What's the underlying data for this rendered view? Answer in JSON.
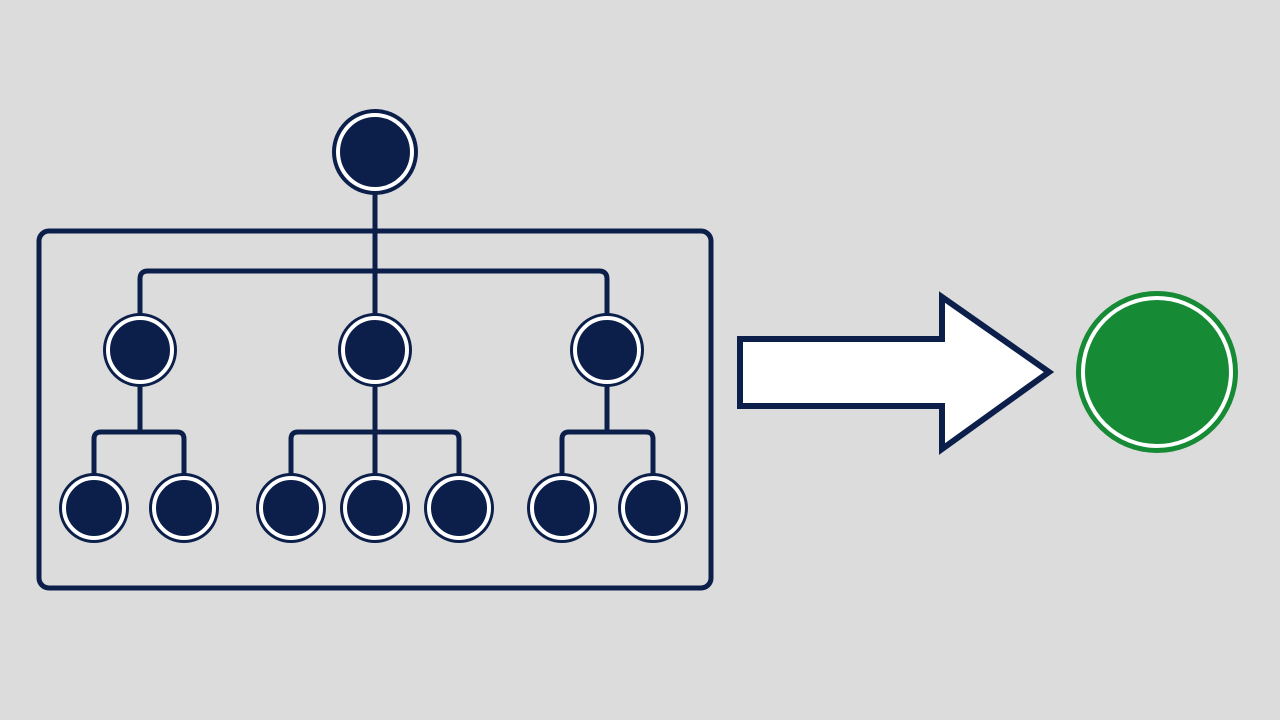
{
  "colors": {
    "background": "#dcdcdc",
    "node_fill": "#0c1f4b",
    "node_ring": "#ffffff",
    "outline": "#0c1f4b",
    "arrow_fill": "#ffffff",
    "result_fill": "#178a35",
    "result_ring": "#ffffff"
  },
  "diagram": {
    "root": {
      "name": "root-node",
      "icon": "filled-circle"
    },
    "group": {
      "name": "grouped-subtree-box",
      "children": [
        {
          "name": "left-branch-node",
          "leaves": [
            "left-leaf-1",
            "left-leaf-2"
          ]
        },
        {
          "name": "middle-branch-node",
          "leaves": [
            "middle-leaf-1",
            "middle-leaf-2",
            "middle-leaf-3"
          ]
        },
        {
          "name": "right-branch-node",
          "leaves": [
            "right-leaf-1",
            "right-leaf-2"
          ]
        }
      ]
    },
    "arrow": {
      "name": "transform-arrow",
      "icon": "right-arrow"
    },
    "result": {
      "name": "result-node",
      "icon": "green-circle"
    }
  }
}
